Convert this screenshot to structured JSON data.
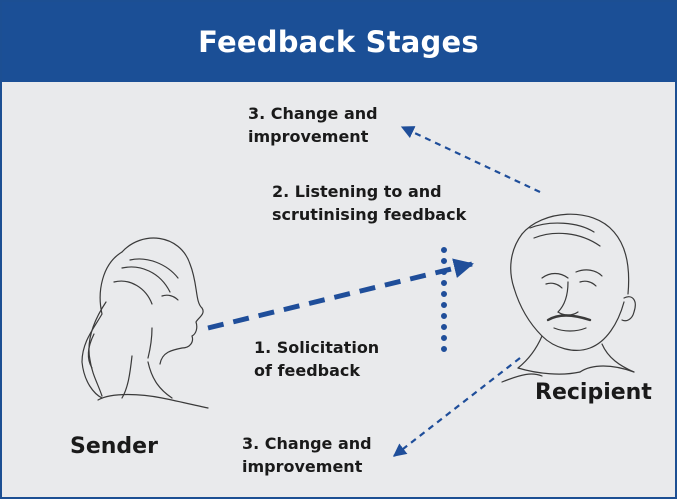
{
  "title": "Feedback Stages",
  "stages": {
    "change_top": "3. Change and\nimprovement",
    "listening": "2. Listening to and\nscrutinising feedback",
    "solicitation": "1. Solicitation\nof feedback",
    "change_bottom": "3. Change and\nimprovement"
  },
  "people": {
    "sender": "Sender",
    "recipient": "Recipient"
  },
  "colors": {
    "header": "#1b4f96",
    "background": "#e9eaec",
    "arrow": "#1f4e9a"
  }
}
